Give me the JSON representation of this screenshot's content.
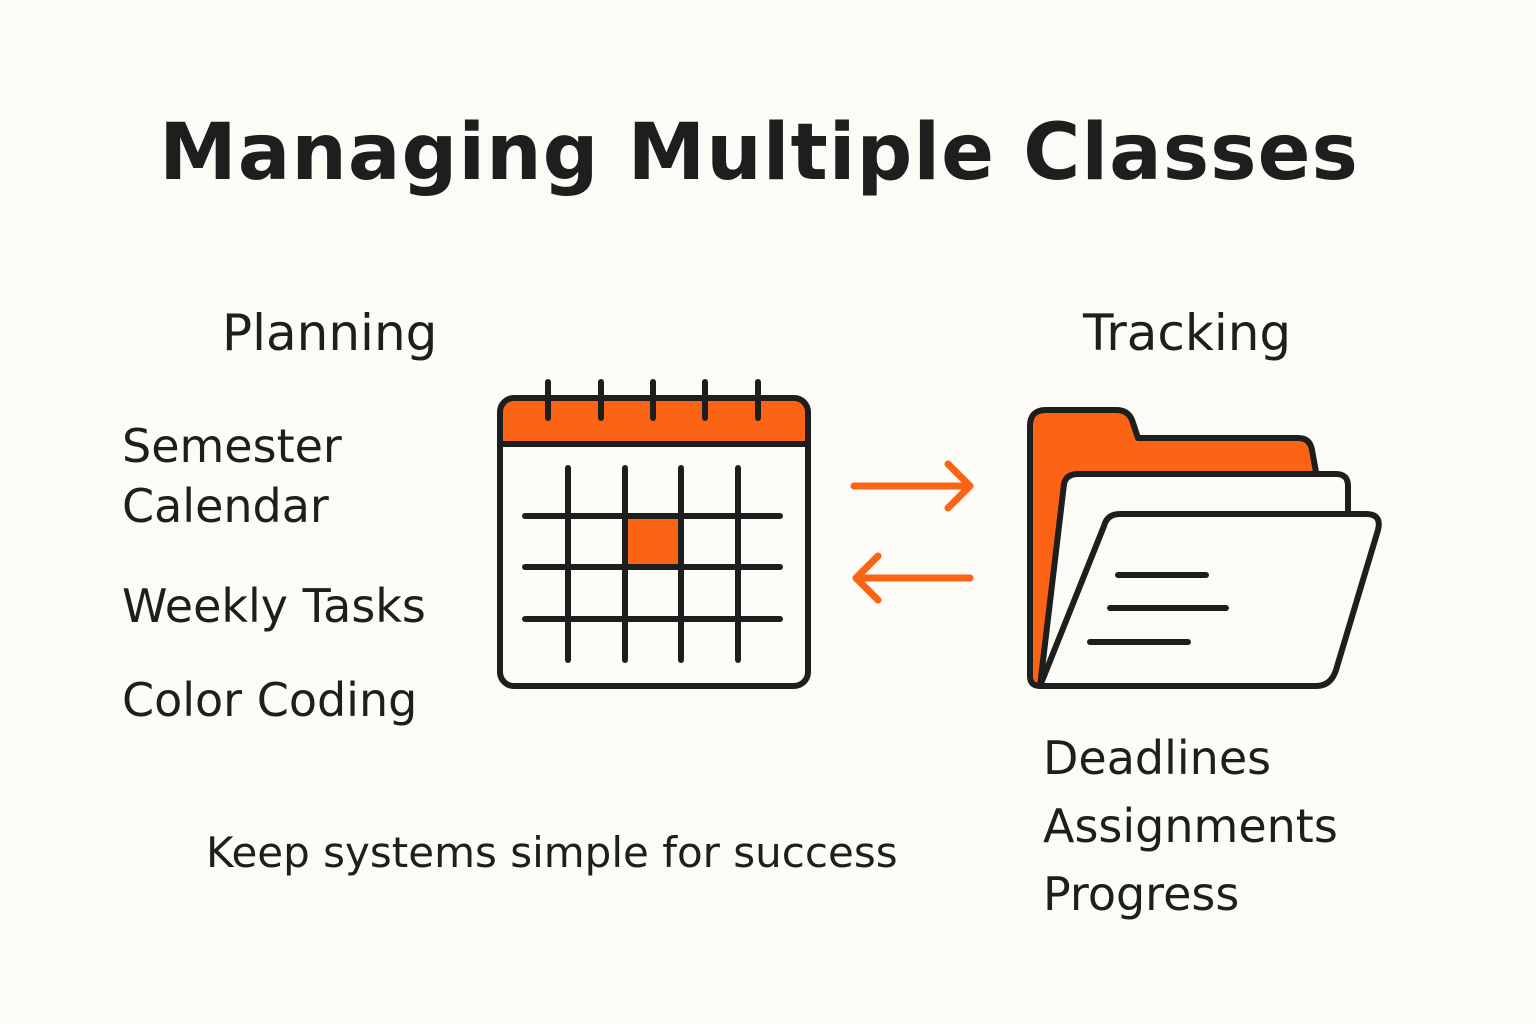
{
  "title": "Managing Multiple Classes",
  "planning": {
    "heading": "Planning",
    "items": [
      "Semester",
      "Calendar",
      "Weekly Tasks",
      "Color Coding"
    ]
  },
  "tracking": {
    "heading": "Tracking",
    "items": [
      "Deadlines",
      "Assignments",
      "Progress"
    ]
  },
  "footnote": "Keep systems simple for success",
  "icons": {
    "calendar": "calendar-icon",
    "folder": "folder-icon",
    "arrow_right": "arrow-right-icon",
    "arrow_left": "arrow-left-icon"
  },
  "colors": {
    "background": "#fdfbf6",
    "accent": "#fb6414",
    "ink": "#1e1e1e"
  }
}
